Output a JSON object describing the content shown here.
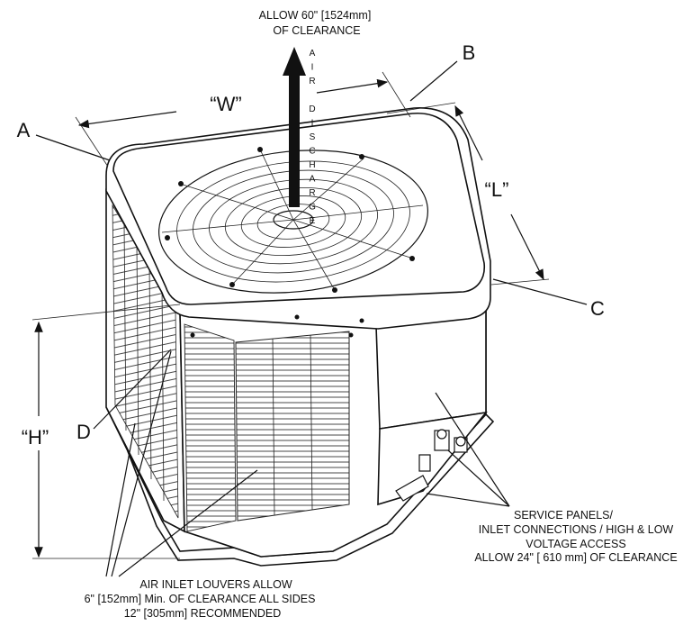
{
  "labels": {
    "top_clearance": [
      "ALLOW 60\" [1524mm]",
      "OF CLEARANCE"
    ],
    "air_discharge": [
      "A",
      "I",
      "R",
      "",
      "D",
      "I",
      "S",
      "C",
      "H",
      "A",
      "R",
      "G",
      "E"
    ],
    "width": "“W”",
    "length": "“L”",
    "height": "“H”",
    "point_a": "A",
    "point_b": "B",
    "point_c": "C",
    "point_d": "D",
    "service_panels": [
      "SERVICE PANELS/",
      "INLET CONNECTIONS / HIGH & LOW",
      "VOLTAGE ACCESS",
      "ALLOW 24\" [ 610 mm] OF CLEARANCE"
    ],
    "air_inlet": [
      "AIR INLET LOUVERS ALLOW",
      "6\" [152mm] Min. OF CLEARANCE ALL SIDES",
      "12\" [305mm] RECOMMENDED"
    ]
  }
}
